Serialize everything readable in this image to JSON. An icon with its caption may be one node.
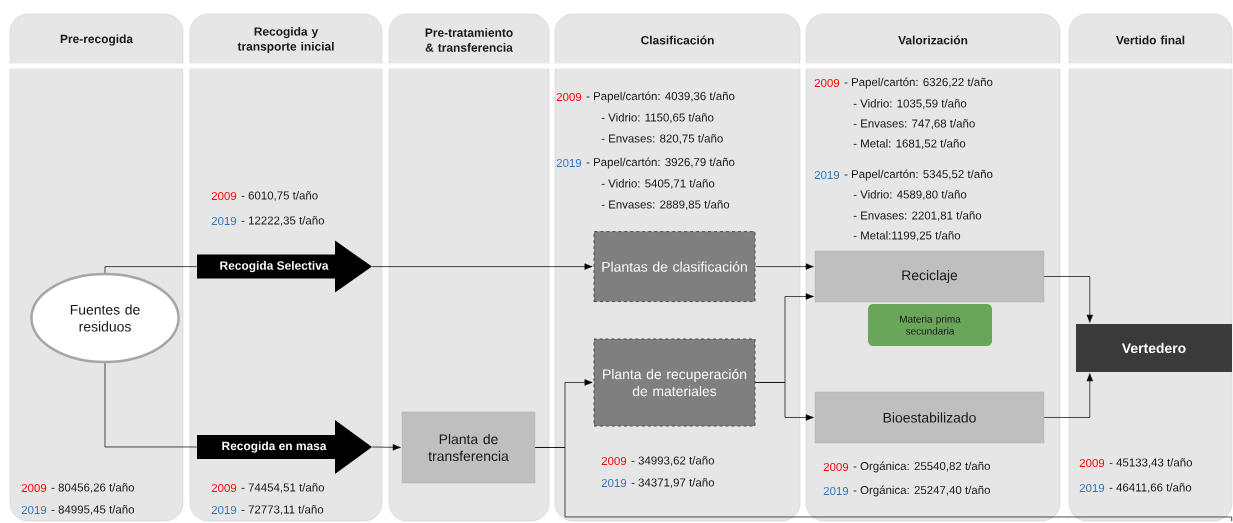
{
  "diagram": {
    "nodes": [
      {
        "text": [
          "Pre-recogida"
        ]
      },
      {
        "text": [
          "Recogida y transporte inicial"
        ]
      },
      {
        "text": [
          "Pre-tratamiento & transferencia"
        ]
      },
      {
        "text": [
          "Clasificación"
        ]
      },
      {
        "text": [
          "Valorización"
        ]
      },
      {
        "text": [
          "Vertido final"
        ]
      },
      {
        "text": [
          "Fuentes de residuos"
        ],
        "in": 0
      },
      {
        "text": [
          "Recogida Selectiva"
        ],
        "in": 1
      },
      {
        "text": [
          "Recogida en masa"
        ],
        "in": 1
      },
      {
        "text": [
          "Planta de transferencia"
        ],
        "in": 2
      },
      {
        "text": [
          "Plantas de clasificación"
        ],
        "in": 3
      },
      {
        "text": [
          "Planta de recuperación de materiales"
        ],
        "in": 3
      },
      {
        "text": [
          "Reciclaje"
        ],
        "in": 4
      },
      {
        "text": [
          "Materia prima secundaria"
        ],
        "in": 4
      },
      {
        "text": [
          "Bioestabilizado"
        ],
        "in": 4
      },
      {
        "text": [
          "Vertedero"
        ],
        "in": 5
      }
    ],
    "edges": [
      {
        "from": 6,
        "to": 7,
        "arrow": "none"
      },
      {
        "from": 7,
        "to": 10,
        "arrow": "to"
      },
      {
        "from": 6,
        "to": 8,
        "arrow": "none"
      },
      {
        "from": 8,
        "to": 9,
        "arrow": "to"
      },
      {
        "from": 9,
        "to": 11,
        "arrow": "to"
      },
      {
        "from": 9,
        "to": 5,
        "arrow": "none"
      },
      {
        "from": 10,
        "to": 12,
        "arrow": "to"
      },
      {
        "from": 11,
        "to": 12,
        "arrow": "to"
      },
      {
        "from": 11,
        "to": 14,
        "arrow": "to"
      },
      {
        "from": 12,
        "to": 15,
        "arrow": "to"
      },
      {
        "from": 14,
        "to": 15,
        "arrow": "to"
      }
    ],
    "labels": [
      "2009",
      "- 6010,75 t/año",
      "2019",
      "- 12222,35 t/año",
      "2009",
      "- Papel/cartón: 4039,36 t/año",
      "- Vidrio: 1150,65 t/año",
      "- Envases: 820,75 t/año",
      "2019",
      "- Papel/cartón: 3926,79 t/año",
      "- Vidrio: 5405,71 t/año",
      "- Envases: 2889,85 t/año",
      "2009",
      "- Papel/cartón: 6326,22 t/año",
      "- Vidrio: 1035,59 t/año",
      "- Envases: 747,68 t/año",
      "- Metal: 1681,52 t/año",
      "2019",
      "- Papel/cartón: 5345,52 t/año",
      "- Vidrio: 4589,80 t/año",
      "- Envases: 2201,81 t/año",
      "- Metal:1199,25 t/año",
      "2009",
      "- 80456,26 t/año",
      "2019",
      "- 84995,45 t/año",
      "2009",
      "- 74454,51 t/año",
      "2019",
      "- 72773,11 t/año",
      "2009",
      "- 34993,62 t/año",
      "2019",
      "- 34371,97 t/año",
      "2009",
      "- Orgánica: 25540,82 t/año",
      "2019",
      "- Orgánica: 25247,40 t/año",
      "2009",
      "- 45133,43 t/año",
      "2019",
      "- 46411,66 t/año"
    ]
  }
}
